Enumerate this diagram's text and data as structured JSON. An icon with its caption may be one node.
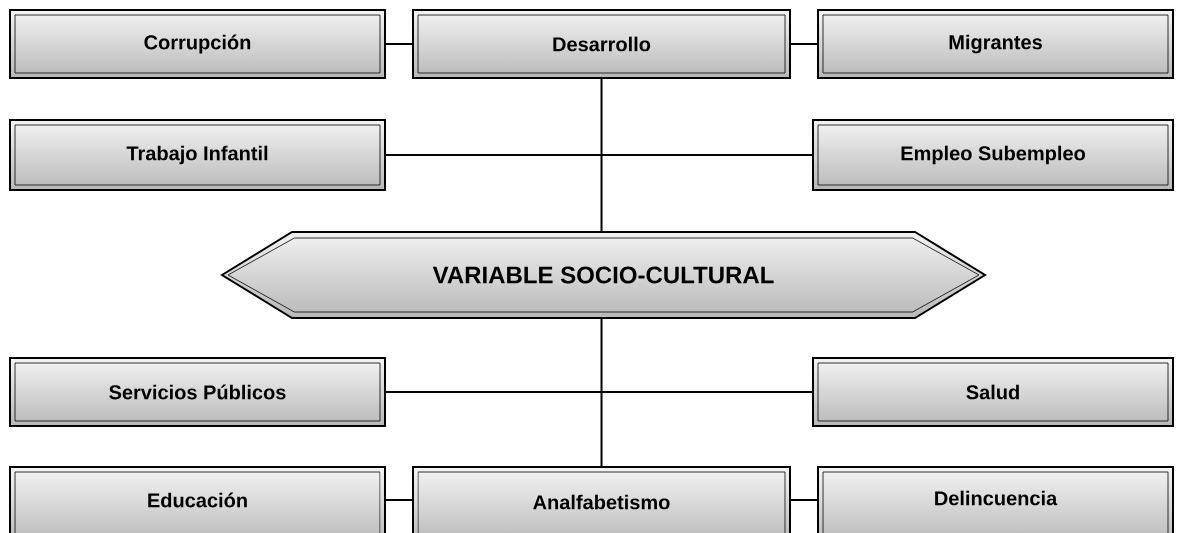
{
  "diagram": {
    "nodes": [
      {
        "text": [
          "Corrupción"
        ]
      },
      {
        "text": [
          "Desarrollo"
        ]
      },
      {
        "text": [
          "Migrantes"
        ]
      },
      {
        "text": [
          "Trabajo Infantil"
        ]
      },
      {
        "text": [
          "Empleo Subempleo"
        ]
      },
      {
        "text": [
          "VARIABLE SOCIO-CULTURAL"
        ]
      },
      {
        "text": [
          "Servicios Públicos"
        ]
      },
      {
        "text": [
          "Salud"
        ]
      },
      {
        "text": [
          "Educación"
        ]
      },
      {
        "text": [
          "Analfabetismo"
        ]
      },
      {
        "text": [
          "Delincuencia"
        ]
      }
    ],
    "edges": [
      {
        "from": 0,
        "to": 1,
        "arrow": "none"
      },
      {
        "from": 1,
        "to": 2,
        "arrow": "none"
      },
      {
        "from": 1,
        "to": 5,
        "arrow": "none"
      },
      {
        "from": 3,
        "to": 4,
        "arrow": "none"
      },
      {
        "from": 5,
        "to": 9,
        "arrow": "none"
      },
      {
        "from": 6,
        "to": 7,
        "arrow": "none"
      },
      {
        "from": 8,
        "to": 9,
        "arrow": "none"
      },
      {
        "from": 9,
        "to": 10,
        "arrow": "none"
      }
    ]
  }
}
